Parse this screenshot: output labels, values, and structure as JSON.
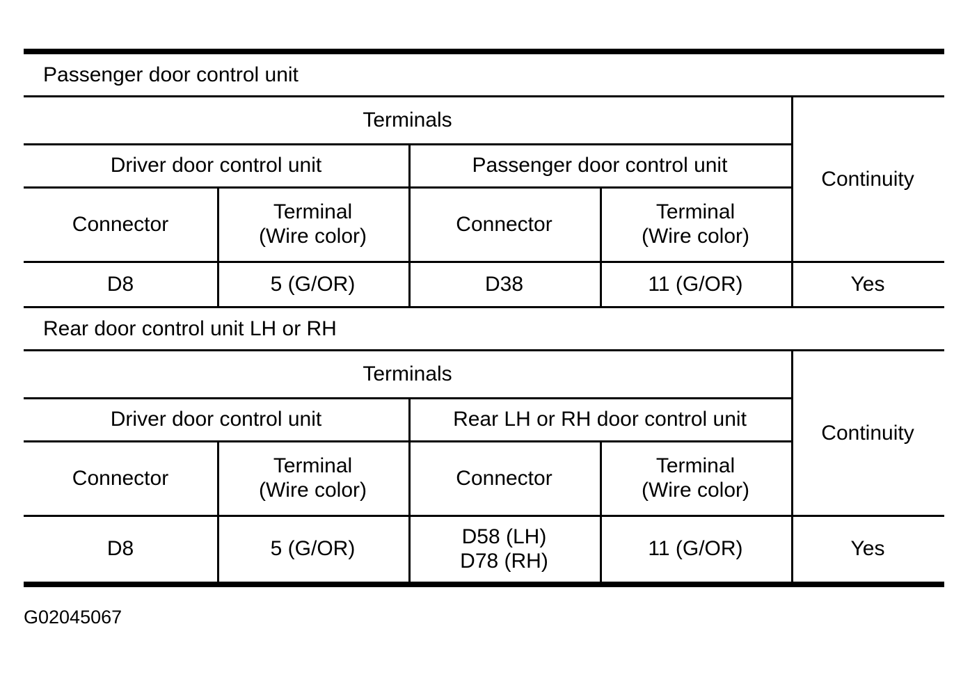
{
  "document": {
    "caption": "G02045067"
  },
  "tables": [
    {
      "section_label": "Passenger door control unit",
      "terminals_header": "Terminals",
      "continuity_header": "Continuity",
      "unit_left": "Driver door control unit",
      "unit_right": "Passenger door control unit",
      "sub_headers": {
        "connector": "Connector",
        "terminal_line1": "Terminal",
        "terminal_line2": "(Wire color)"
      },
      "row": {
        "left_connector": "D8",
        "left_terminal": "5 (G/OR)",
        "right_connector": "D38",
        "right_terminal": "11 (G/OR)",
        "continuity": "Yes"
      }
    },
    {
      "section_label": "Rear door control unit LH or RH",
      "terminals_header": "Terminals",
      "continuity_header": "Continuity",
      "unit_left": "Driver door control unit",
      "unit_right": "Rear LH or RH door control unit",
      "sub_headers": {
        "connector": "Connector",
        "terminal_line1": "Terminal",
        "terminal_line2": "(Wire color)"
      },
      "row": {
        "left_connector": "D8",
        "left_terminal": "5 (G/OR)",
        "right_connector_line1": "D58 (LH)",
        "right_connector_line2": "D78 (RH)",
        "right_terminal": "11 (G/OR)",
        "continuity": "Yes"
      }
    }
  ]
}
